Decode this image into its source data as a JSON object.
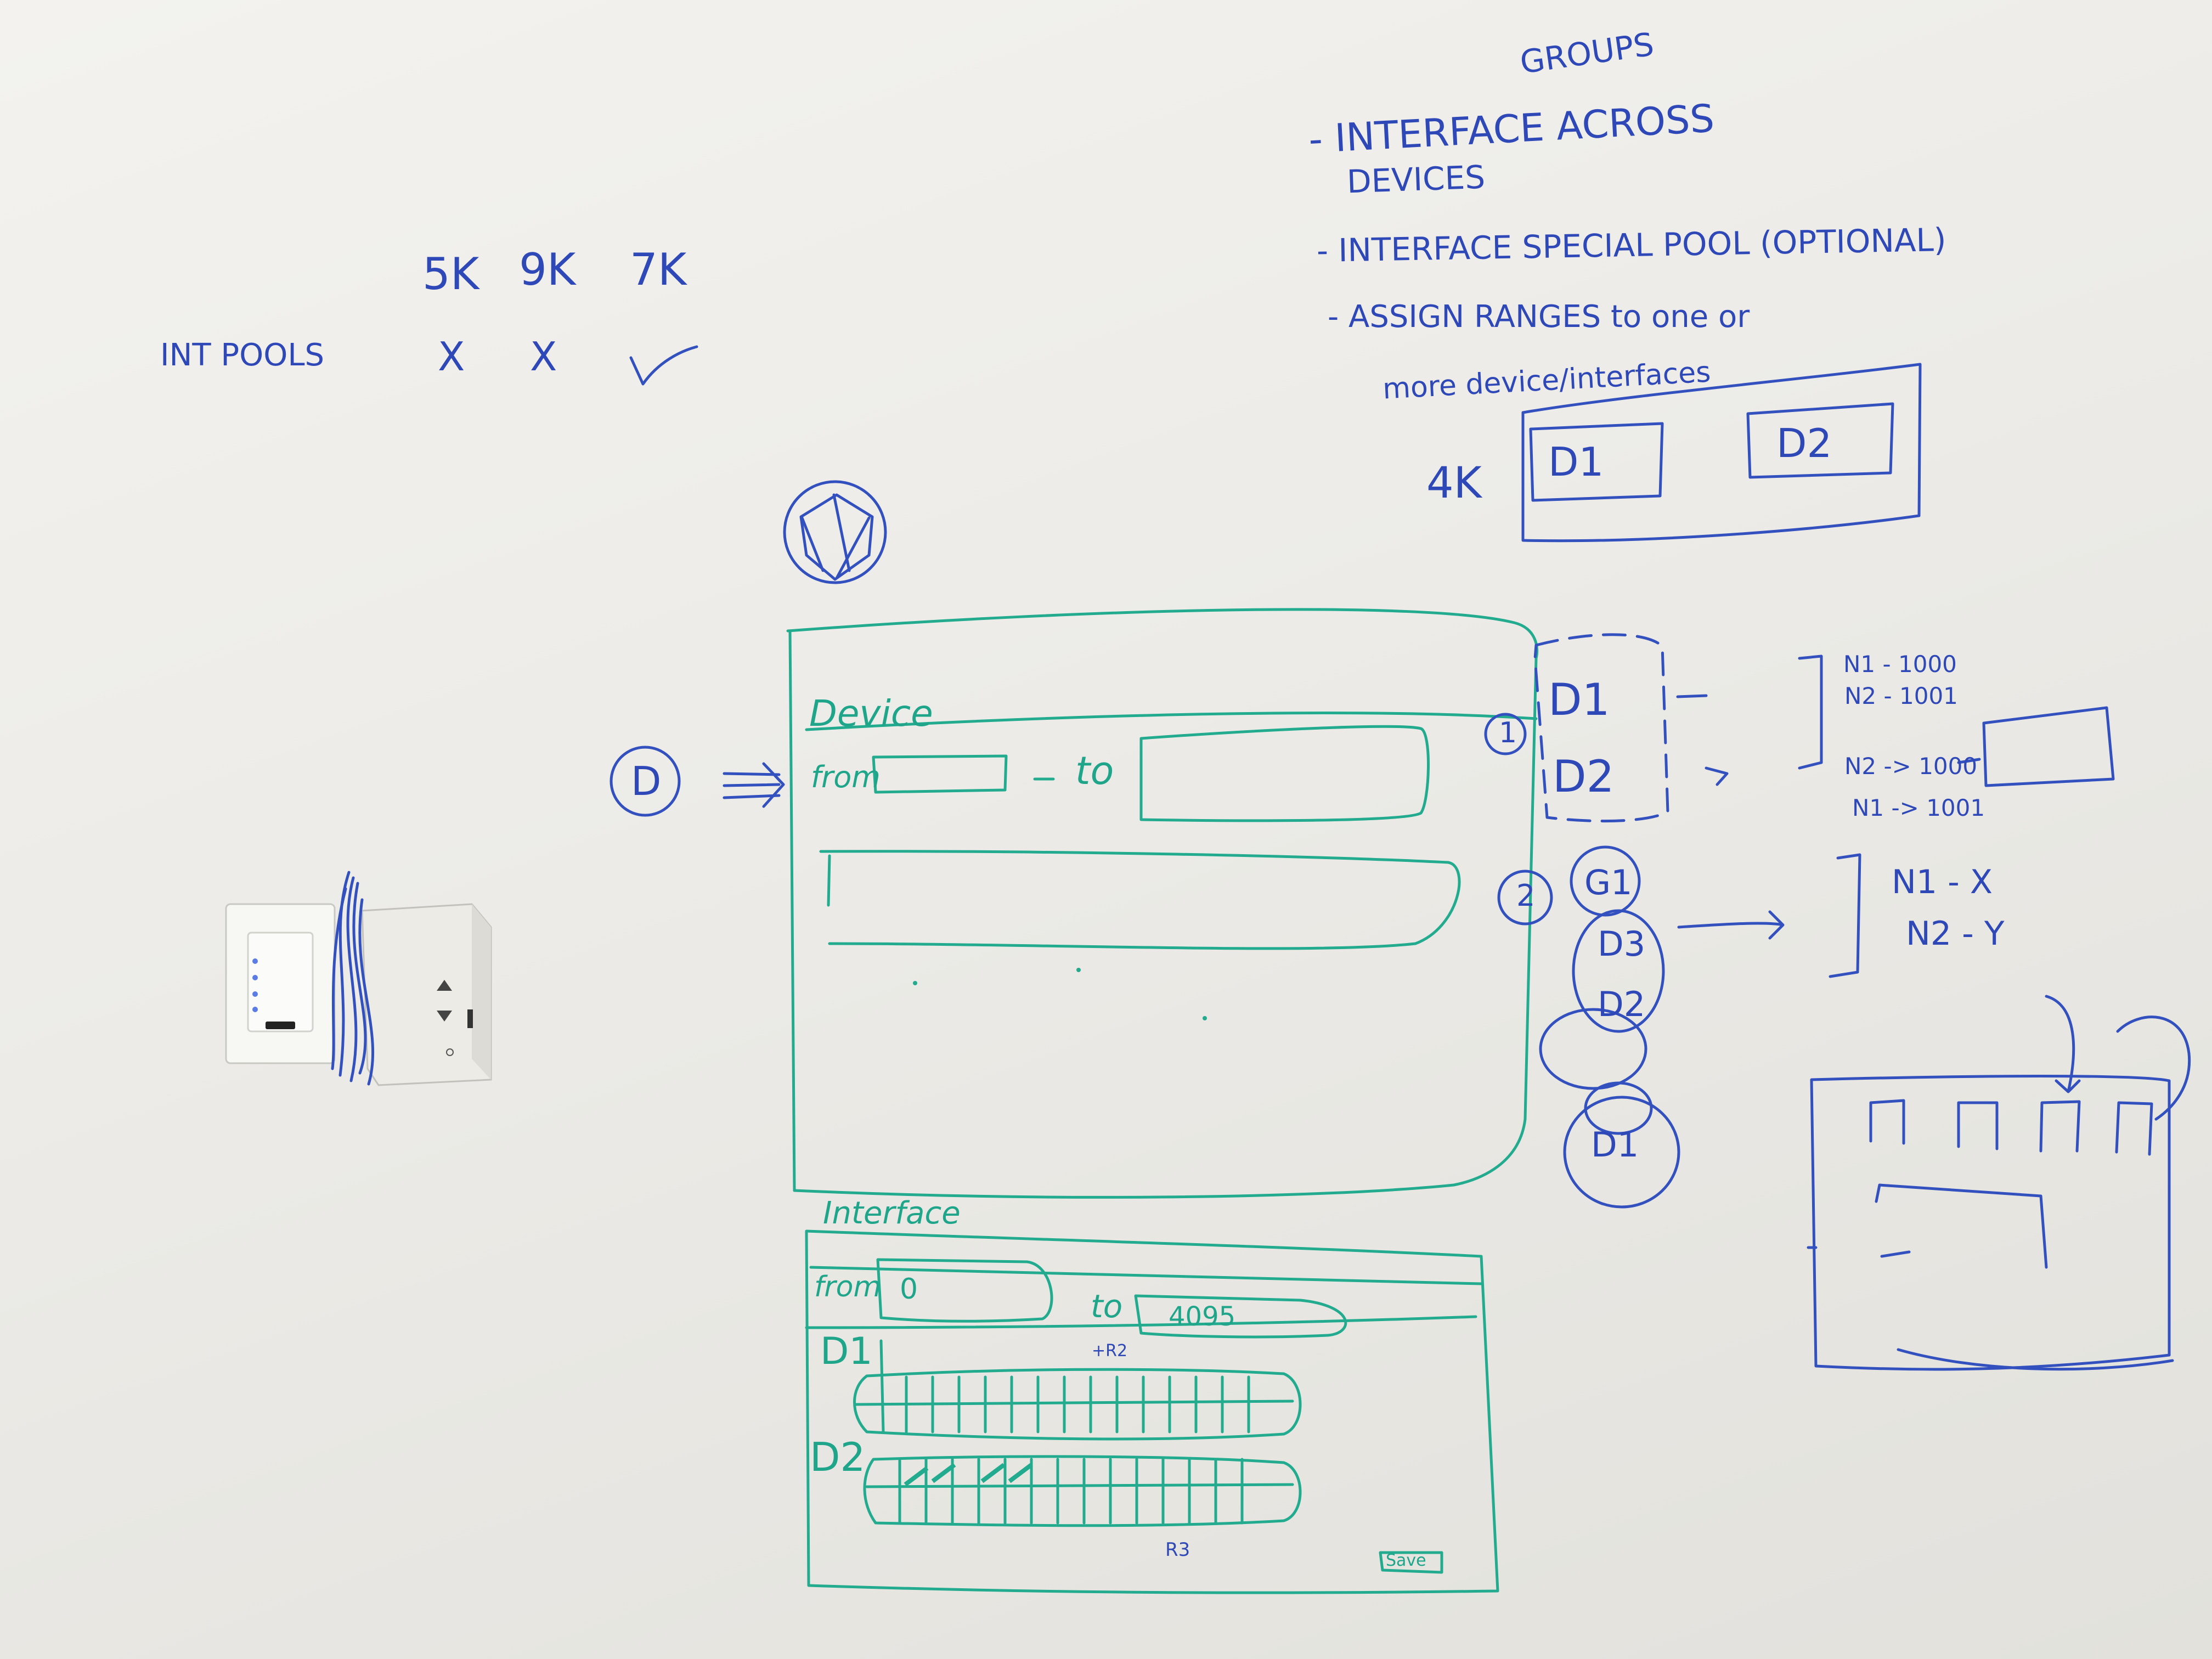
{
  "header_list": {
    "line1": "- INTERFACE ACROSS",
    "line1_insert": "GROUPS",
    "line2": "DEVICES",
    "line3": "- INTERFACE SPECIAL POOL (OPTIONAL)",
    "line4": "- ASSIGN RANGES to one or",
    "line5": "more device/interfaces"
  },
  "pool_box": {
    "label": "4K",
    "d1": "D1",
    "d2": "D2"
  },
  "pool_table": {
    "cols": [
      "5K",
      "9K",
      "7K"
    ],
    "row_label": "INT POOLS",
    "marks": [
      "X",
      "X",
      "✓"
    ]
  },
  "device_form": {
    "label": "Device",
    "from": "from",
    "to": "to",
    "step": "1"
  },
  "options": {
    "one": {
      "num": "1",
      "d1": "D1",
      "d2": "D2",
      "n1": "N1 - 1000",
      "n2": "N2 - 1001",
      "n3": "N2 -> 1000",
      "n4": "N1 -> 1001"
    },
    "two": {
      "num": "2",
      "items": [
        "G1",
        "D3",
        "D2",
        "D1"
      ],
      "n1": "N1 - X",
      "n2": "N2 - Y"
    }
  },
  "interface_form": {
    "label": "Interface",
    "from": "from",
    "from_value": "0",
    "to": "to",
    "to_value": "4095",
    "rows": [
      "D1",
      "D2"
    ],
    "marks": [
      "+R2",
      "R3"
    ],
    "button": "Save"
  }
}
